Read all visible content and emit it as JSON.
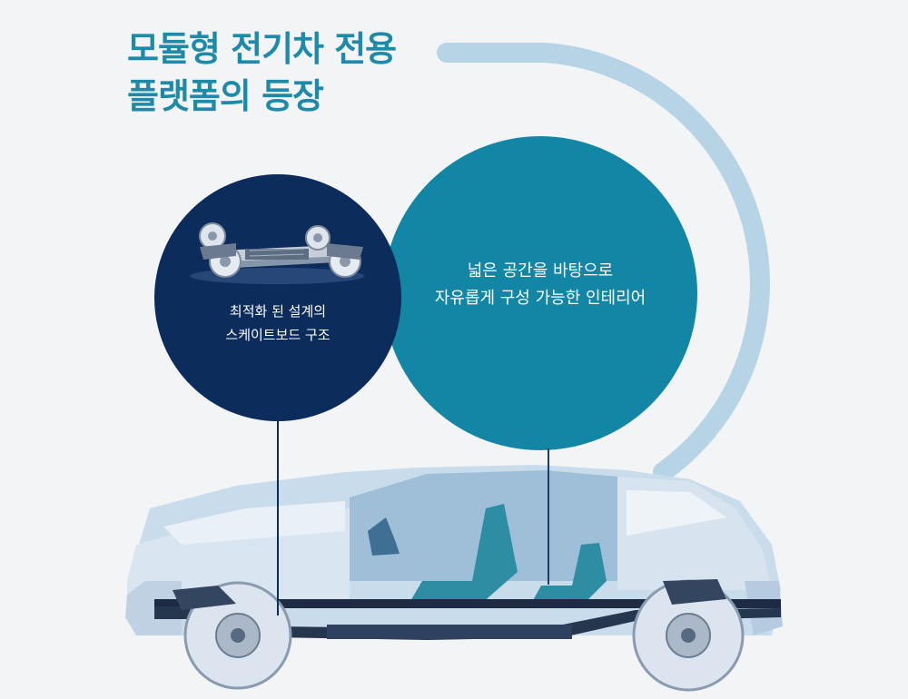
{
  "title": {
    "line1": "모듈형 전기차 전용",
    "line2": "플랫폼의 등장"
  },
  "callouts": {
    "left": {
      "line1": "최적화 된 설계의",
      "line2": "스케이트보드 구조"
    },
    "right": {
      "line1": "넓은 공간을 바탕으로",
      "line2": "자유롭게 구성 가능한 인테리어"
    }
  },
  "colors": {
    "title": "#1c8aa8",
    "circle_left": "#0c2c5c",
    "circle_right": "#1386a6",
    "arc": "#b7d3e6",
    "car_body": "#c9dcec",
    "chassis": "#1d2b45"
  },
  "icons": {
    "skateboard": "skateboard-platform-icon",
    "car": "ev-car-cutaway-icon"
  }
}
